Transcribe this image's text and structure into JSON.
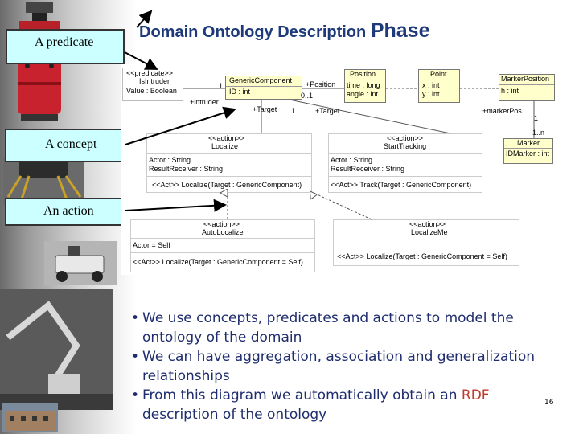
{
  "title": {
    "main": "Domain Ontology Description",
    "tail": "Phase"
  },
  "labels": {
    "predicate": "A predicate",
    "concept": "A concept",
    "action": "An action"
  },
  "uml": {
    "predicate_box": {
      "stereotype": "<<predicate>>",
      "name": "IsIntruder",
      "attr": "Value : Boolean"
    },
    "generic_component": {
      "name": "GenericComponent",
      "attr": "ID : int"
    },
    "position": {
      "name": "Position",
      "attrs": [
        "time : long",
        "angle : int"
      ]
    },
    "point": {
      "name": "Point",
      "attrs": [
        "x : int",
        "y : int"
      ]
    },
    "marker_position": {
      "name": "MarkerPosition",
      "attrs": [
        "h : int"
      ]
    },
    "marker": {
      "name": "Marker",
      "attrs": [
        "IDMarker : int"
      ]
    },
    "localize": {
      "stereotype": "<<action>>",
      "name": "Localize",
      "attrs": [
        "Actor : String",
        "ResultReceiver : String"
      ],
      "op": "<<Act>> Localize(Target : GenericComponent)"
    },
    "start_tracking": {
      "stereotype": "<<action>>",
      "name": "StartTracking",
      "attrs": [
        "Actor : String",
        "ResultReceiver : String"
      ],
      "op": "<<Act>> Track(Target : GenericComponent)"
    },
    "auto_localize": {
      "stereotype": "<<action>>",
      "name": "AutoLocalize",
      "attr": "Actor = Self",
      "op": "<<Act>> Localize(Target : GenericComponent = Self)"
    },
    "localize_me": {
      "stereotype": "<<action>>",
      "name": "LocalizeMe",
      "op": "<<Act>> Localize(Target : GenericComponent = Self)"
    },
    "assoc": {
      "plus_intruder": "+intruder",
      "plus_position": "+Position",
      "mult_01": "0..1",
      "mult_1a": "1",
      "plus_target1": "+Target",
      "mult_1b": "1",
      "plus_target2": "+Target",
      "plus_marker_pos": "+markerPos",
      "mult_1c": "1",
      "mult_1n": "1..n"
    }
  },
  "bullets": [
    {
      "text": "We use concepts, predicates and actions to model the ontology of the domain"
    },
    {
      "text": "We can have aggregation, association and generalization relationships"
    },
    {
      "text_before": "From this diagram we automatically obtain an ",
      "highlight": "RDF",
      "text_after": " description of the ontology"
    }
  ],
  "bullet_char": "•",
  "page_number": "16",
  "colors": {
    "title": "#1f3a7a",
    "bullets": "#1f2d6e",
    "rdf": "#c0392b",
    "label_bg": "#ccffff",
    "uml_box": "#ffffcc"
  }
}
